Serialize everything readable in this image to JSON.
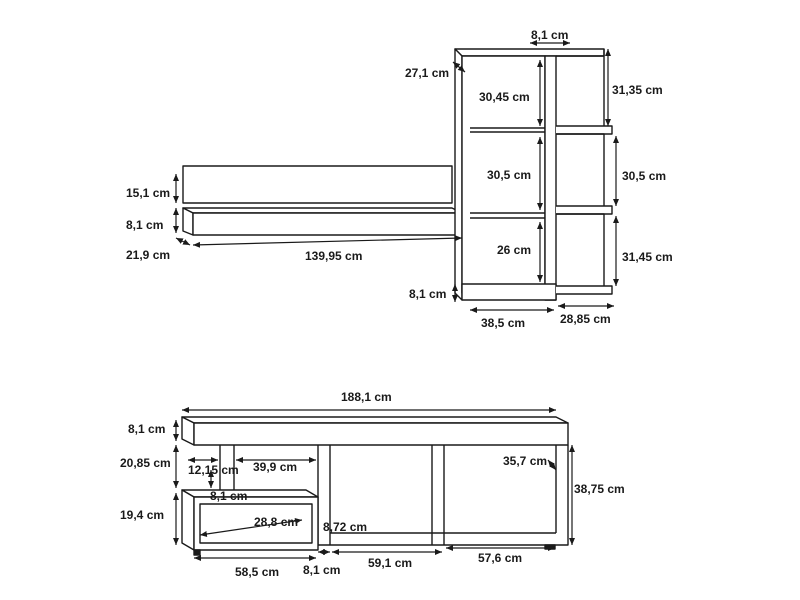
{
  "top_assembly": {
    "shelf": {
      "back_height": "15,1 cm",
      "shelf_thickness": "8,1 cm",
      "depth": "21,9 cm",
      "width": "139,95 cm"
    },
    "bookcase": {
      "top_width": "8,1 cm",
      "top_depth": "27,1 cm",
      "left_upper": "30,45 cm",
      "left_middle": "30,5 cm",
      "left_lower": "26 cm",
      "base_height": "8,1 cm",
      "right_upper": "31,35 cm",
      "right_middle": "30,5 cm",
      "right_lower": "31,45 cm",
      "bottom_left_width": "38,5 cm",
      "bottom_right_width": "28,85 cm"
    }
  },
  "tv_stand": {
    "total_width": "188,1 cm",
    "top_thickness": "8,1 cm",
    "upper_height": "20,85 cm",
    "lower_height": "19,4 cm",
    "inner_left": "12,15 cm",
    "inner_width": "39,9 cm",
    "divider": "8,1 cm",
    "drawer_width": "28,8 cm",
    "drawer_gap": "8,72 cm",
    "right_inner": "35,7 cm",
    "total_height": "38,75 cm",
    "bottom_widths": [
      "58,5 cm",
      "8,1 cm",
      "59,1 cm",
      "57,6 cm"
    ]
  }
}
